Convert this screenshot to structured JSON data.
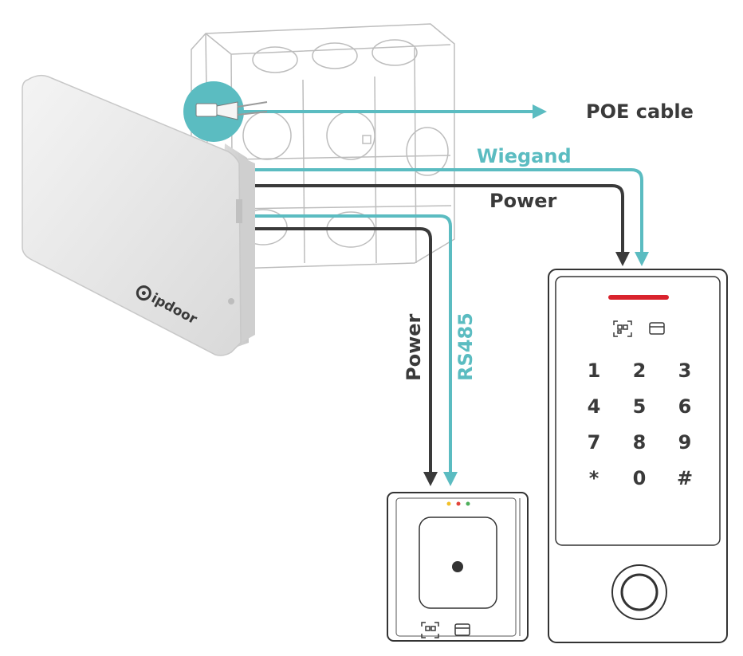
{
  "labels": {
    "poe": "POE cable",
    "wiegand": "Wiegand",
    "power_h": "Power",
    "power_v": "Power",
    "rs485": "RS485"
  },
  "device_logo": "ipdoor",
  "keypad": [
    "1",
    "2",
    "3",
    "4",
    "5",
    "6",
    "7",
    "8",
    "9",
    "*",
    "0",
    "#"
  ],
  "colors": {
    "teal": "#5bbcc1",
    "dark": "#3a3a3a",
    "red_bar": "#d9232d",
    "led_yellow": "#f2c029",
    "led_red": "#e2443a",
    "led_green": "#4dae5a"
  },
  "icons": [
    "rj45-plug-icon",
    "qr-code-icon",
    "card-icon",
    "fingerprint-sensor-icon",
    "nfc-reader-icon"
  ]
}
